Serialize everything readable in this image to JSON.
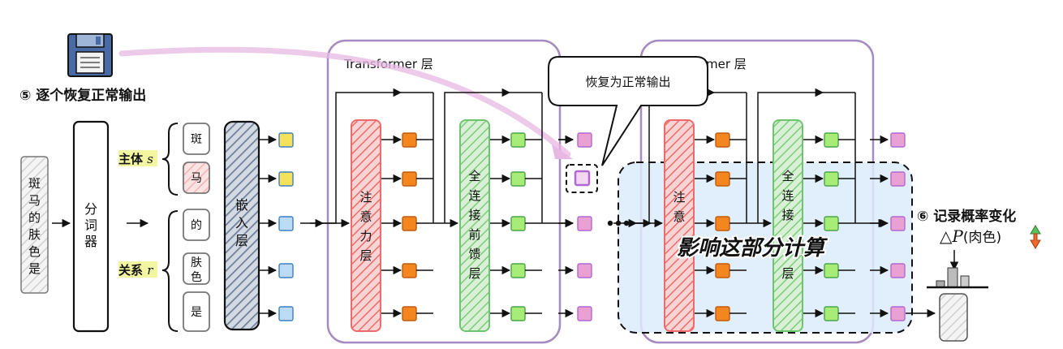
{
  "step5_label": "⑤ 逐个恢复正常输出",
  "input_text": "斑马的肤色是",
  "tokenizer_label": "分词器",
  "subject_label": "主体",
  "subject_var": "s",
  "relation_label": "关系",
  "relation_var": "r",
  "tokens": [
    "斑",
    "马",
    "的",
    "肤",
    "色",
    "是"
  ],
  "embedding_label": "嵌入层",
  "transformer_layer_1": "Transformer 层",
  "transformer_layer_2": "Transformer 层",
  "attention_label": "注意力层",
  "ffn_label": "全连接前馈层",
  "callout_text": "恢复为正常输出",
  "impact_text": "影响这部分计算",
  "step6_label": "⑥ 记录概率变化",
  "prob_prefix": "△",
  "prob_var": "P",
  "prob_suffix": "(肉色)",
  "colors": {
    "layer_border": "#a58cc0",
    "attention": "#ef6a6a",
    "ffn": "#6fc46f",
    "embedding": "#4d5d77",
    "token_box": "#777777",
    "impact_fill": "#dcebfa",
    "emb_square": "#bcdcf5",
    "orange_square": "#f3861f",
    "green_square": "#a8ec78",
    "pink_square": "#e9a1d3",
    "yellow_square": "#f5e15b",
    "restored_square": "#b168d2",
    "highlight": "#f2f6a0"
  }
}
